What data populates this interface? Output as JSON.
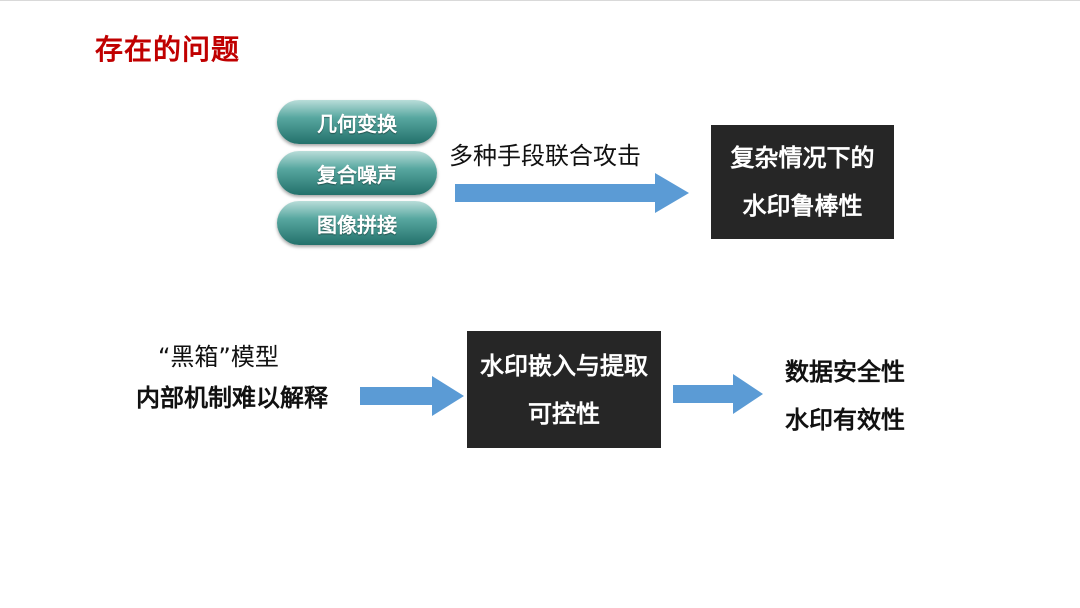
{
  "slide": {
    "title": "存在的问题",
    "attacks": {
      "items": [
        "几何变换",
        "复合噪声",
        "图像拼接"
      ],
      "caption": "多种手段联合攻击",
      "result_line1": "复杂情况下的",
      "result_line2": "水印鲁棒性"
    },
    "blackbox": {
      "label": "“黑箱”模型",
      "sublabel": "内部机制难以解释",
      "box_line1": "水印嵌入与提取",
      "box_line2": "可控性",
      "outcome_line1": "数据安全性",
      "outcome_line2": "水印有效性"
    },
    "colors": {
      "title": "#c00000",
      "arrow": "#5b9bd5",
      "box": "#262626",
      "pill": "#2f7d77"
    }
  }
}
